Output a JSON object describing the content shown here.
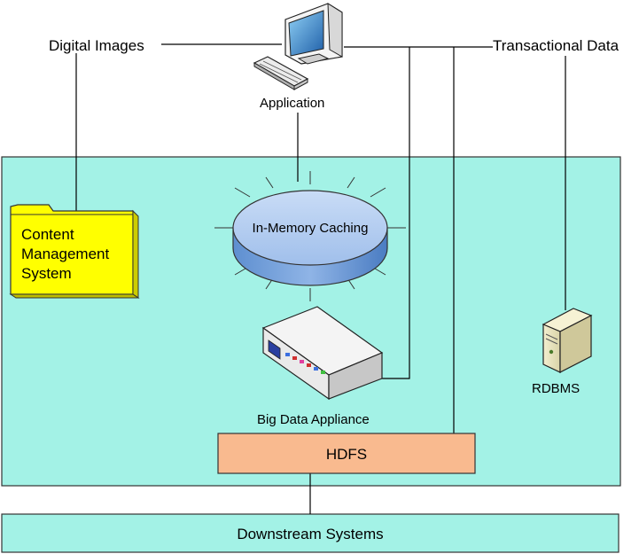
{
  "labels": {
    "digital_images": "Digital Images",
    "transactional_data": "Transactional Data",
    "application": "Application",
    "in_memory_caching": "In-Memory Caching",
    "cms_line1": "Content",
    "cms_line2": "Management",
    "cms_line3": "System",
    "big_data_appliance": "Big Data Appliance",
    "rdbms": "RDBMS",
    "hdfs": "HDFS",
    "downstream_systems": "Downstream Systems"
  },
  "colors": {
    "region_fill": "#a3f2e6",
    "folder_fill": "#ffff00",
    "hdfs_fill": "#f9ba8f",
    "cache_fill": "#a8c8f0"
  },
  "icons": {
    "application": "desktop-computer-icon",
    "appliance": "network-appliance-icon",
    "rdbms": "database-server-icon",
    "cms": "folder-icon",
    "cache": "database-cylinder-icon"
  }
}
